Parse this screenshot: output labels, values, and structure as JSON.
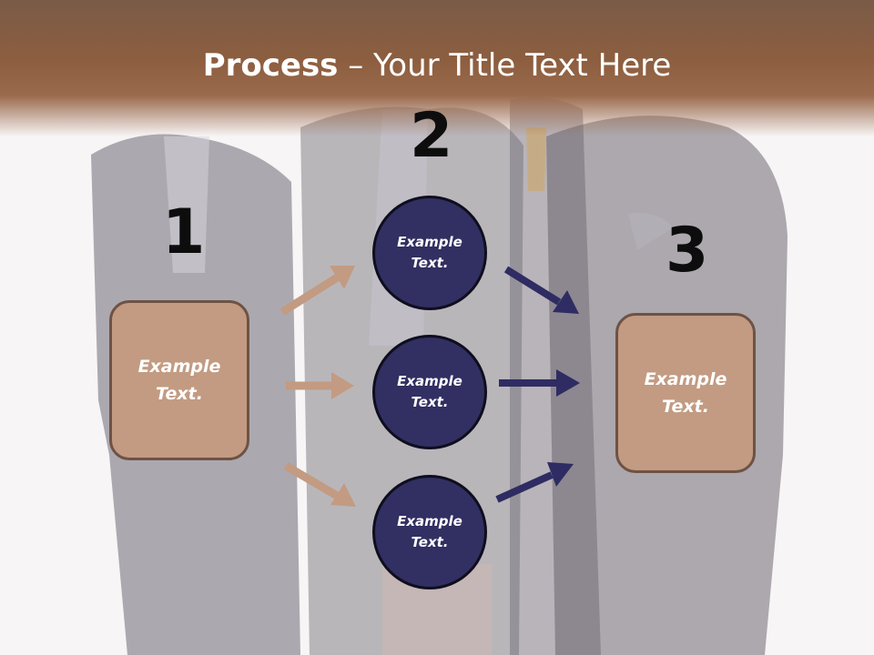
{
  "title": {
    "bold": "Process",
    "rest": " – Your Title Text Here"
  },
  "steps": {
    "num1": "1",
    "num2": "2",
    "num3": "3"
  },
  "left_box": {
    "text": "Example\nText."
  },
  "right_box": {
    "text": "Example\nText."
  },
  "circles": [
    {
      "text": "Example\nText."
    },
    {
      "text": "Example\nText."
    },
    {
      "text": "Example\nText."
    }
  ],
  "colors": {
    "title_bar": "#8d5e3f",
    "box_fill": "#c29b82",
    "circle_fill": "#322f62",
    "arrow_left": "#c29b82",
    "arrow_right": "#2f2c63"
  }
}
